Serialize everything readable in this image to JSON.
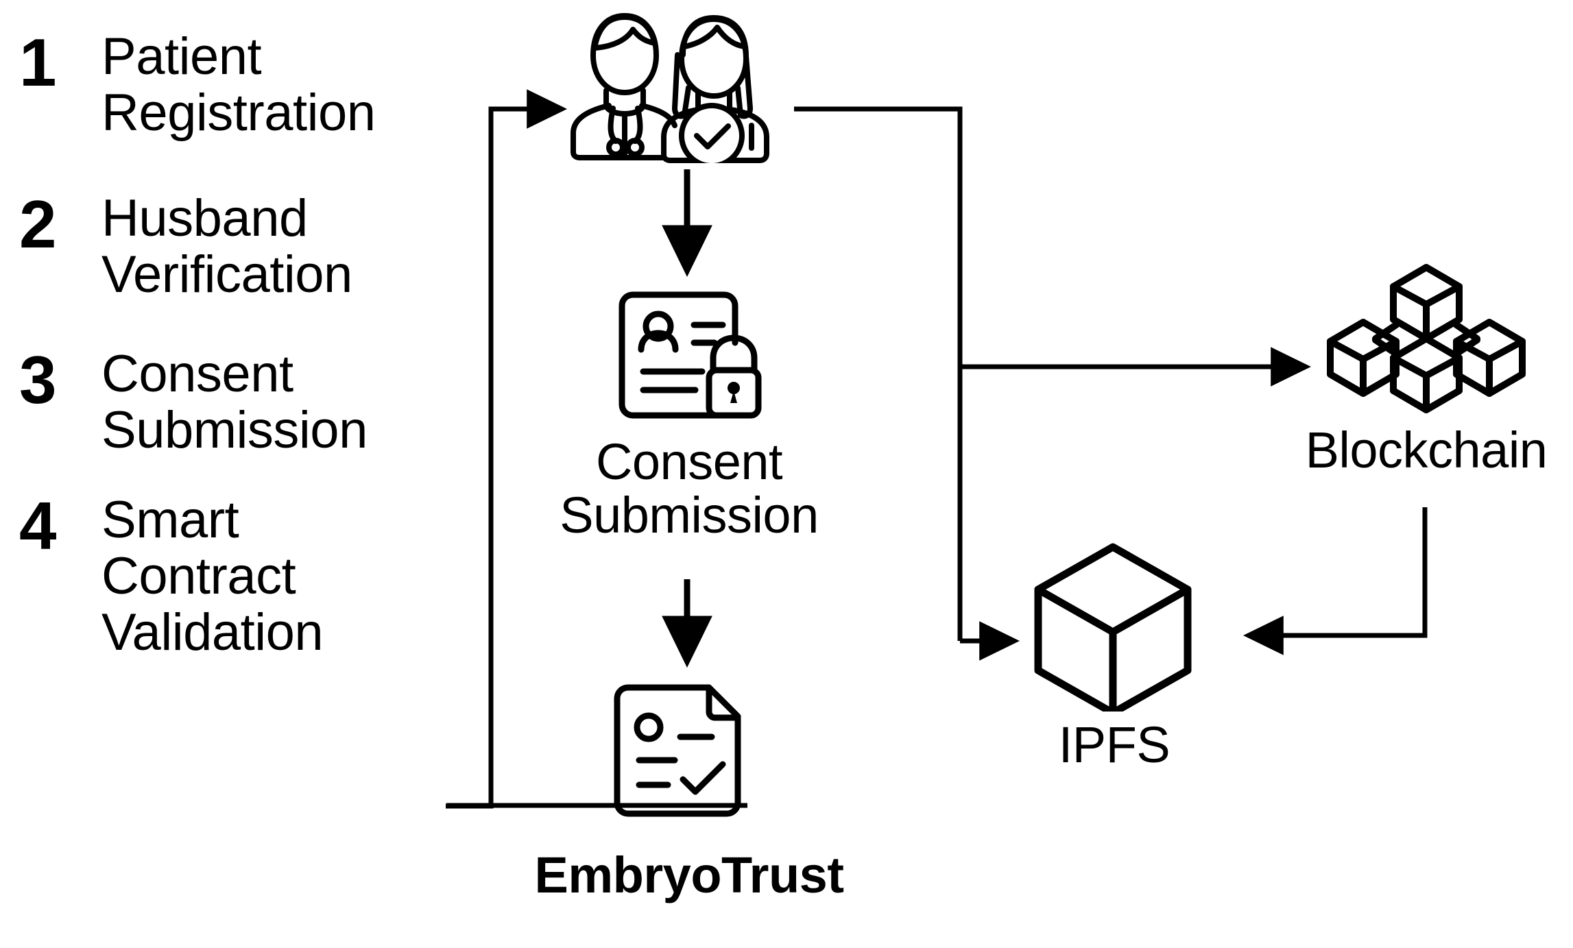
{
  "diagram": {
    "title": "EmbryoTrust workflow",
    "background": "#ffffff",
    "stroke": "#000000"
  },
  "steps": [
    {
      "number": "1",
      "label": "Patient\nRegistration"
    },
    {
      "number": "2",
      "label": "Husband\nVerification"
    },
    {
      "number": "3",
      "label": "Consent\nSubmission"
    },
    {
      "number": "4",
      "label": "Smart\nContract\nValidation"
    }
  ],
  "nodes": {
    "people": {
      "icon": "doctor-and-patient-verified-icon",
      "caption": ""
    },
    "consent": {
      "icon": "id-card-lock-icon",
      "caption": "Consent\nSubmission"
    },
    "document": {
      "icon": "document-checklist-check-icon",
      "caption": ""
    },
    "blockchain": {
      "icon": "blockchain-cubes-icon",
      "caption": "Blockchain"
    },
    "ipfs": {
      "icon": "cube-icon",
      "caption": "IPFS"
    }
  },
  "brand": {
    "label": "EmbryoTrust"
  },
  "flow": {
    "edges": [
      {
        "from": "smart-contract-validation-loop",
        "to": "people",
        "style": "elbow-arrow"
      },
      {
        "from": "people",
        "to": "consent",
        "style": "straight-arrow-down"
      },
      {
        "from": "consent",
        "to": "document",
        "style": "straight-arrow-down"
      },
      {
        "from": "people",
        "to": "blockchain",
        "style": "elbow-arrow-right"
      },
      {
        "from": "people",
        "to": "ipfs",
        "style": "elbow-arrow-right"
      },
      {
        "from": "blockchain",
        "to": "ipfs",
        "style": "elbow-arrow-left"
      },
      {
        "from": "document",
        "to": "people",
        "style": "feedback-loop"
      }
    ]
  }
}
